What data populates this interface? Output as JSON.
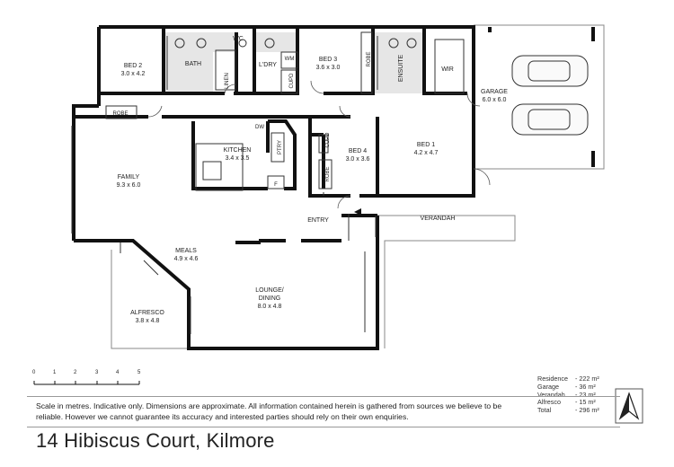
{
  "rooms": {
    "bed2": {
      "name": "BED 2",
      "dims": "3.0 x 4.2"
    },
    "bath": {
      "name": "BATH"
    },
    "wc": {
      "name": "WC"
    },
    "laundry": {
      "name": "L'DRY"
    },
    "wm": {
      "name": "WM"
    },
    "linen": {
      "name": "LINEN"
    },
    "cupd_laundry": {
      "name": "CUPD"
    },
    "bed3": {
      "name": "BED 3",
      "dims": "3.6 x 3.0"
    },
    "robe_bed3": {
      "name": "ROBE"
    },
    "ensuite": {
      "name": "ENSUITE"
    },
    "wir": {
      "name": "WIR"
    },
    "garage": {
      "name": "GARAGE",
      "dims": "6.0 x 6.0"
    },
    "robe_bed2": {
      "name": "ROBE"
    },
    "family": {
      "name": "FAMILY",
      "dims": "9.3 x 6.0"
    },
    "kitchen": {
      "name": "KITCHEN",
      "dims": "3.4 x 3.5"
    },
    "dw": {
      "name": "DW"
    },
    "ptry": {
      "name": "PTRY"
    },
    "fridge": {
      "name": "F"
    },
    "bed4": {
      "name": "BED 4",
      "dims": "3.0 x 3.6"
    },
    "cupd_bed4": {
      "name": "CUPD"
    },
    "robe_bed4": {
      "name": "ROBE"
    },
    "bed1": {
      "name": "BED 1",
      "dims": "4.2 x 4.7"
    },
    "entry": {
      "name": "ENTRY"
    },
    "verandah": {
      "name": "VERANDAH"
    },
    "meals": {
      "name": "MEALS",
      "dims": "4.9 x 4.6"
    },
    "lounge": {
      "name": "LOUNGE/",
      "name2": "DINING",
      "dims": "8.0 x 4.8"
    },
    "alfresco": {
      "name": "ALFRESCO",
      "dims": "3.8 x 4.8"
    }
  },
  "scale": {
    "ticks": [
      "0",
      "1",
      "2",
      "3",
      "4",
      "5"
    ]
  },
  "areas": [
    {
      "label": "Residence",
      "value": "- 222 m²"
    },
    {
      "label": "Garage",
      "value": "-  36 m²"
    },
    {
      "label": "Verandah",
      "value": "-  23 m²"
    },
    {
      "label": "Alfresco",
      "value": "-  15 m²"
    },
    {
      "label": "Total",
      "value": "- 296 m²"
    }
  ],
  "disclaimer": "Scale in metres. Indicative only. Dimensions are approximate.  All information contained herein is gathered from sources we believe to be reliable. However we cannot guarantee its accuracy and interested parties should rely on their own enquiries.",
  "address": "14 Hibiscus Court, Kilmore"
}
